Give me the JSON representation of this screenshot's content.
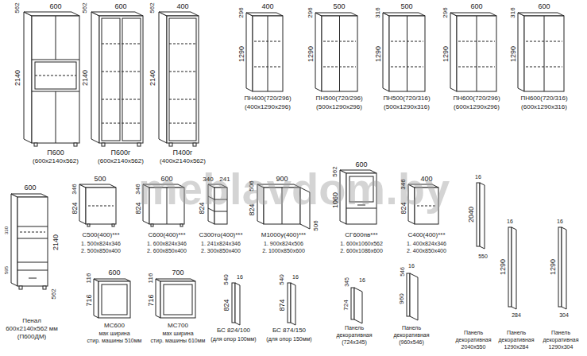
{
  "diagram": {
    "labels": [
      "600",
      "562",
      "2140",
      "П600",
      "(600x2140x562)",
      "600",
      "562",
      "2140",
      "П600г",
      "(600x2140x562)",
      "400",
      "562",
      "2140",
      "П400г",
      "(400x2140x562)",
      "400",
      "296",
      "1290",
      "ПН400(720/296)",
      "(400x1290x296)",
      "500",
      "296",
      "1290",
      "ПН500(720/296)",
      "(500x1290x296)",
      "500",
      "316",
      "1290",
      "ПН500(720/316)",
      "(500x1290x316)",
      "600",
      "296",
      "1290",
      "ПН600(720/296)",
      "(600x1290x296)",
      "600",
      "316",
      "1290",
      "ПН600(720/316)",
      "(600x1290x316)",
      "600",
      "2140",
      "562",
      "330",
      "595",
      "Пенал",
      "600x2140x562 мм",
      "(П600ДМ)",
      "500",
      "346",
      "824",
      "С500(400)***",
      "1. 500x824x346",
      "2. 500x850x400",
      "600",
      "346",
      "824",
      "С600(400)***",
      "1. 600x824x346",
      "2. 600x850x400",
      "340",
      "241",
      "824",
      "С300то(400)***",
      "1. 241x824x346",
      "2. 300x850x400",
      "506",
      "900",
      "824",
      "506",
      "М1000у(400)***",
      "1. 900x824x506",
      "2. 1000x850x600",
      "562",
      "600",
      "1060",
      "СГ600пв***",
      "1. 600x1060x562",
      "2. 600x1086x600",
      "346",
      "400",
      "824",
      "С400(400)***",
      "1. 400x824x346",
      "2. 400x850x400",
      "16",
      "2040",
      "550",
      "Панель",
      "декоративная",
      "2040x550",
      "16",
      "1290",
      "284",
      "Панель",
      "декоративная",
      "1290x284",
      "16",
      "1290",
      "304",
      "Панель",
      "декоративная",
      "1290x304",
      "116",
      "600",
      "716",
      "МС600",
      "мах ширина",
      "стир. машины 510мм",
      "116",
      "700",
      "716",
      "МС700",
      "мах ширина",
      "стир. машины 610мм",
      "540",
      "16",
      "824",
      "БС 824/100",
      "(для опор 100мм)",
      "540",
      "16",
      "874",
      "БС 874/150",
      "(для опор 150мм)",
      "16",
      "345",
      "724",
      "Панель",
      "декоративная",
      "(724x345)",
      "16",
      "546",
      "960",
      "Панель",
      "декоративная",
      "(960x546)",
      "meblavdom.by"
    ]
  }
}
